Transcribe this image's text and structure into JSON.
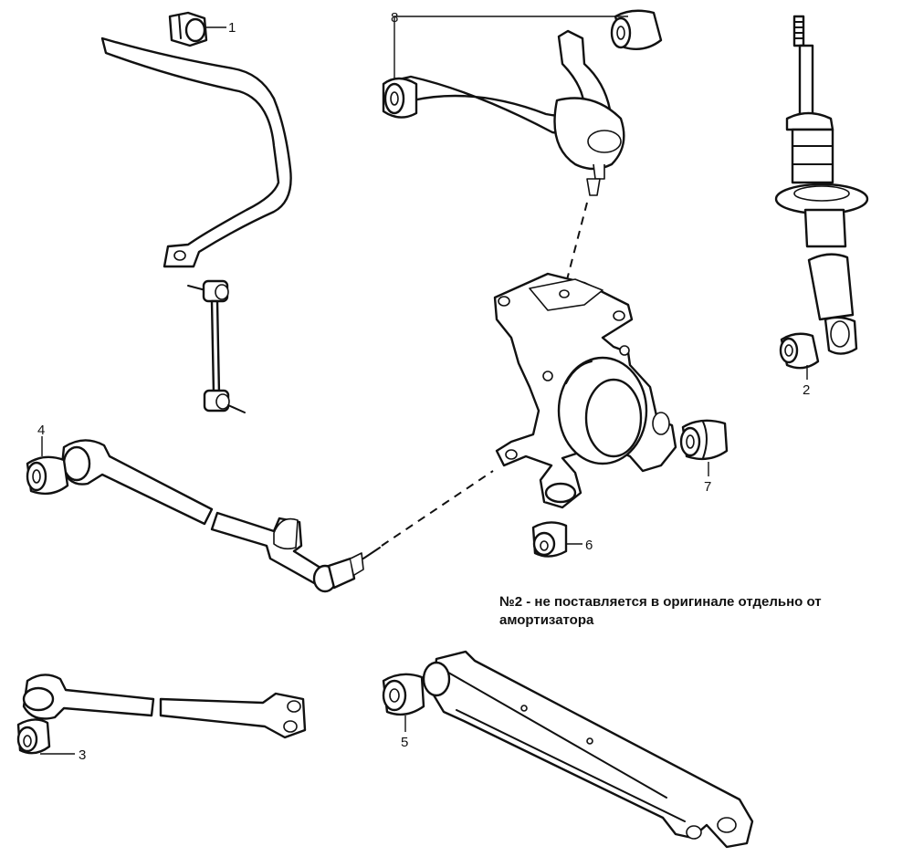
{
  "callouts": {
    "c1": "1",
    "c2": "2",
    "c3": "3",
    "c4": "4",
    "c5": "5",
    "c6": "6",
    "c7": "7",
    "c8": "8"
  },
  "note": {
    "line1": "№2 - не поставляется в оригинале отдельно от",
    "line2": "амортизатора"
  }
}
